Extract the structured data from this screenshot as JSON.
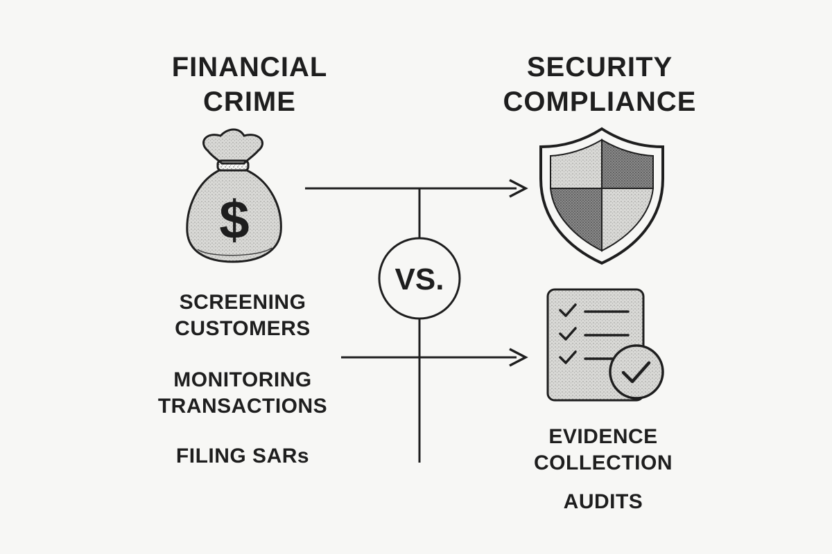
{
  "left": {
    "heading_line1": "FINANCIAL",
    "heading_line2": "CRIME",
    "icon": "money-bag-icon",
    "icon_symbol": "$",
    "items": [
      {
        "line1": "SCREENING",
        "line2": "CUSTOMERS"
      },
      {
        "line1": "MONITORING",
        "line2": "TRANSACTIONS"
      },
      {
        "line1": "FILING SARs",
        "line2": ""
      }
    ]
  },
  "right": {
    "heading_line1": "SECURITY",
    "heading_line2": "COMPLIANCE",
    "icons": [
      "shield-icon",
      "checklist-icon"
    ],
    "items": [
      {
        "line1": "EVIDENCE",
        "line2": "COLLECTION"
      },
      {
        "line1": "AUDITS",
        "line2": ""
      }
    ]
  },
  "center": {
    "label": "VS."
  },
  "colors": {
    "ink": "#1e1e1e",
    "background": "#f7f7f5"
  }
}
